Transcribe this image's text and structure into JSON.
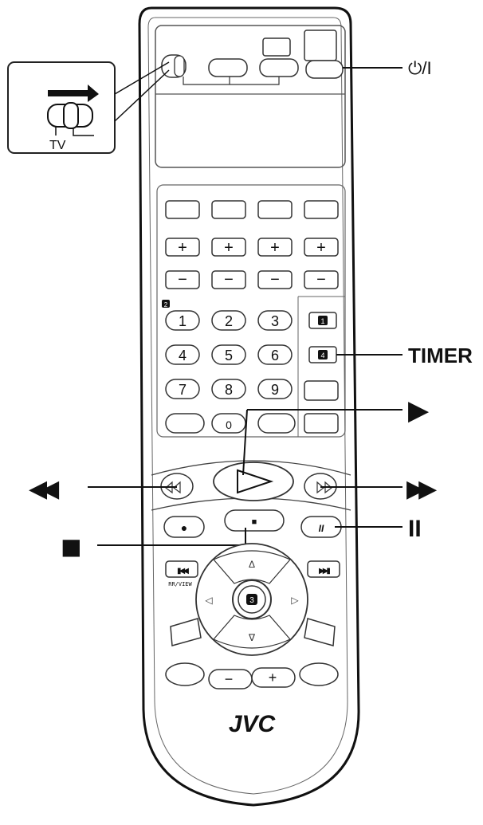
{
  "inset": {
    "tv_label": "TV"
  },
  "callouts": {
    "power": "⏻/I",
    "timer": "TIMER",
    "play": "▶",
    "rewind": "◀◀",
    "fast_forward": "▶▶",
    "pause": "II",
    "stop": "■"
  },
  "keypad": {
    "digits": [
      "1",
      "2",
      "3",
      "4",
      "5",
      "6",
      "7",
      "8",
      "9",
      "0"
    ],
    "plus": "+",
    "minus": "−"
  },
  "markers": {
    "m1": "1",
    "m2": "2",
    "m3": "3",
    "m4": "4"
  },
  "buttons": {
    "rec": "●",
    "stop_small": "■",
    "pause_small": "II",
    "prev": "▮◀◀",
    "next": "▶▶▮",
    "rr_view": "RR/VIEW",
    "vol_minus": "−",
    "vol_plus": "+",
    "up": "Δ",
    "down": "∇",
    "left": "◁",
    "right": "▷"
  },
  "brand": "JVC"
}
